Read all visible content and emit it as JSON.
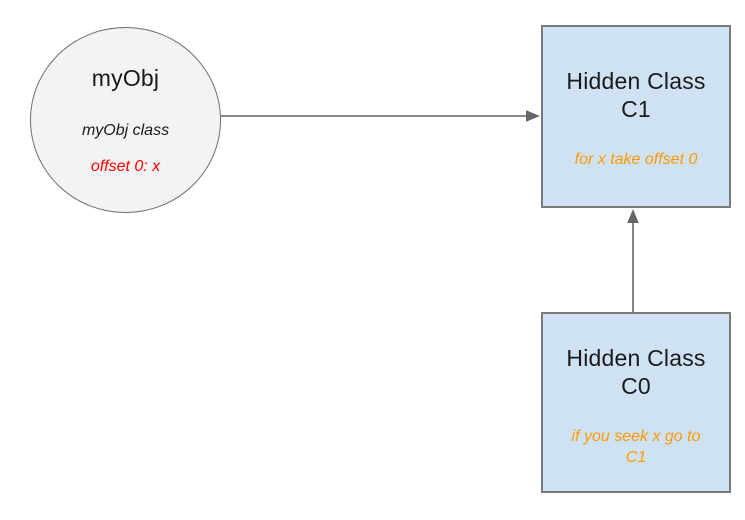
{
  "diagram": {
    "nodes": {
      "myobj": {
        "title": "myObj",
        "class_label": "myObj class",
        "property_label": "offset 0: x"
      },
      "c1": {
        "title_lines": [
          "Hidden Class",
          "C1"
        ],
        "note": "for x take offset 0"
      },
      "c0": {
        "title_lines": [
          "Hidden Class",
          "C0"
        ],
        "note": "if you seek x go to C1"
      }
    },
    "edges": [
      {
        "from": "myObj",
        "to": "Hidden Class C1"
      },
      {
        "from": "Hidden Class C0",
        "to": "Hidden Class C1"
      }
    ],
    "colors": {
      "object_fill": "#f3f3f3",
      "class_fill": "#cfe2f3",
      "stroke_gray": "#666666",
      "title_text": "#1a1a1a",
      "red_text": "#ff0000",
      "orange_text": "#ff9900"
    }
  }
}
